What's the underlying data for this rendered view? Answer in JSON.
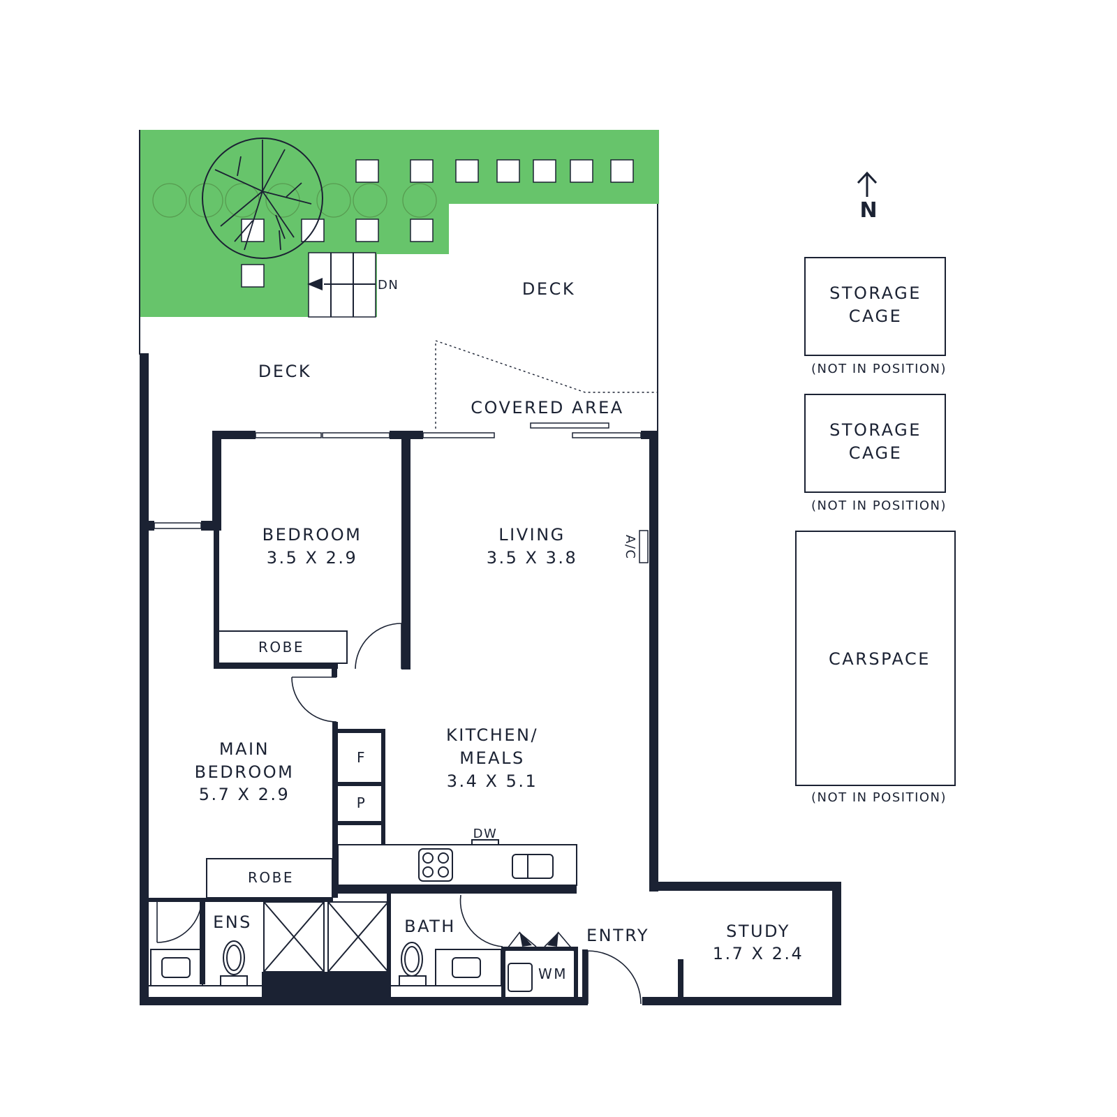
{
  "labels": {
    "deck_upper": "DECK",
    "deck_lower": "DECK",
    "dn": "DN",
    "covered_area": "COVERED AREA",
    "bedroom_name": "BEDROOM",
    "bedroom_size": "3.5 X 2.9",
    "living_name": "LIVING",
    "living_size": "3.5 X 3.8",
    "ac": "A/C",
    "robe_1": "ROBE",
    "robe_2": "ROBE",
    "kitchen_name_1": "KITCHEN/",
    "kitchen_name_2": "MEALS",
    "kitchen_size": "3.4 X 5.1",
    "fridge": "F",
    "pantry": "P",
    "dw": "DW",
    "main_bedroom_1": "MAIN",
    "main_bedroom_2": "BEDROOM",
    "main_bedroom_size": "5.7 X 2.9",
    "ens": "ENS",
    "bath": "BATH",
    "wm": "WM",
    "entry": "ENTRY",
    "study_name": "STUDY",
    "study_size": "1.7 X 2.4"
  },
  "compass": {
    "label": "N",
    "icon": "north-arrow-icon"
  },
  "extras": {
    "storage_cage_1_line1": "STORAGE",
    "storage_cage_1_line2": "CAGE",
    "storage_cage_1_note": "(NOT IN POSITION)",
    "storage_cage_2_line1": "STORAGE",
    "storage_cage_2_line2": "CAGE",
    "storage_cage_2_note": "(NOT IN POSITION)",
    "carspace": "CARSPACE",
    "carspace_note": "(NOT IN POSITION)"
  },
  "colors": {
    "wall": "#1b2233",
    "garden": "#67c46b",
    "background": "#ffffff"
  }
}
